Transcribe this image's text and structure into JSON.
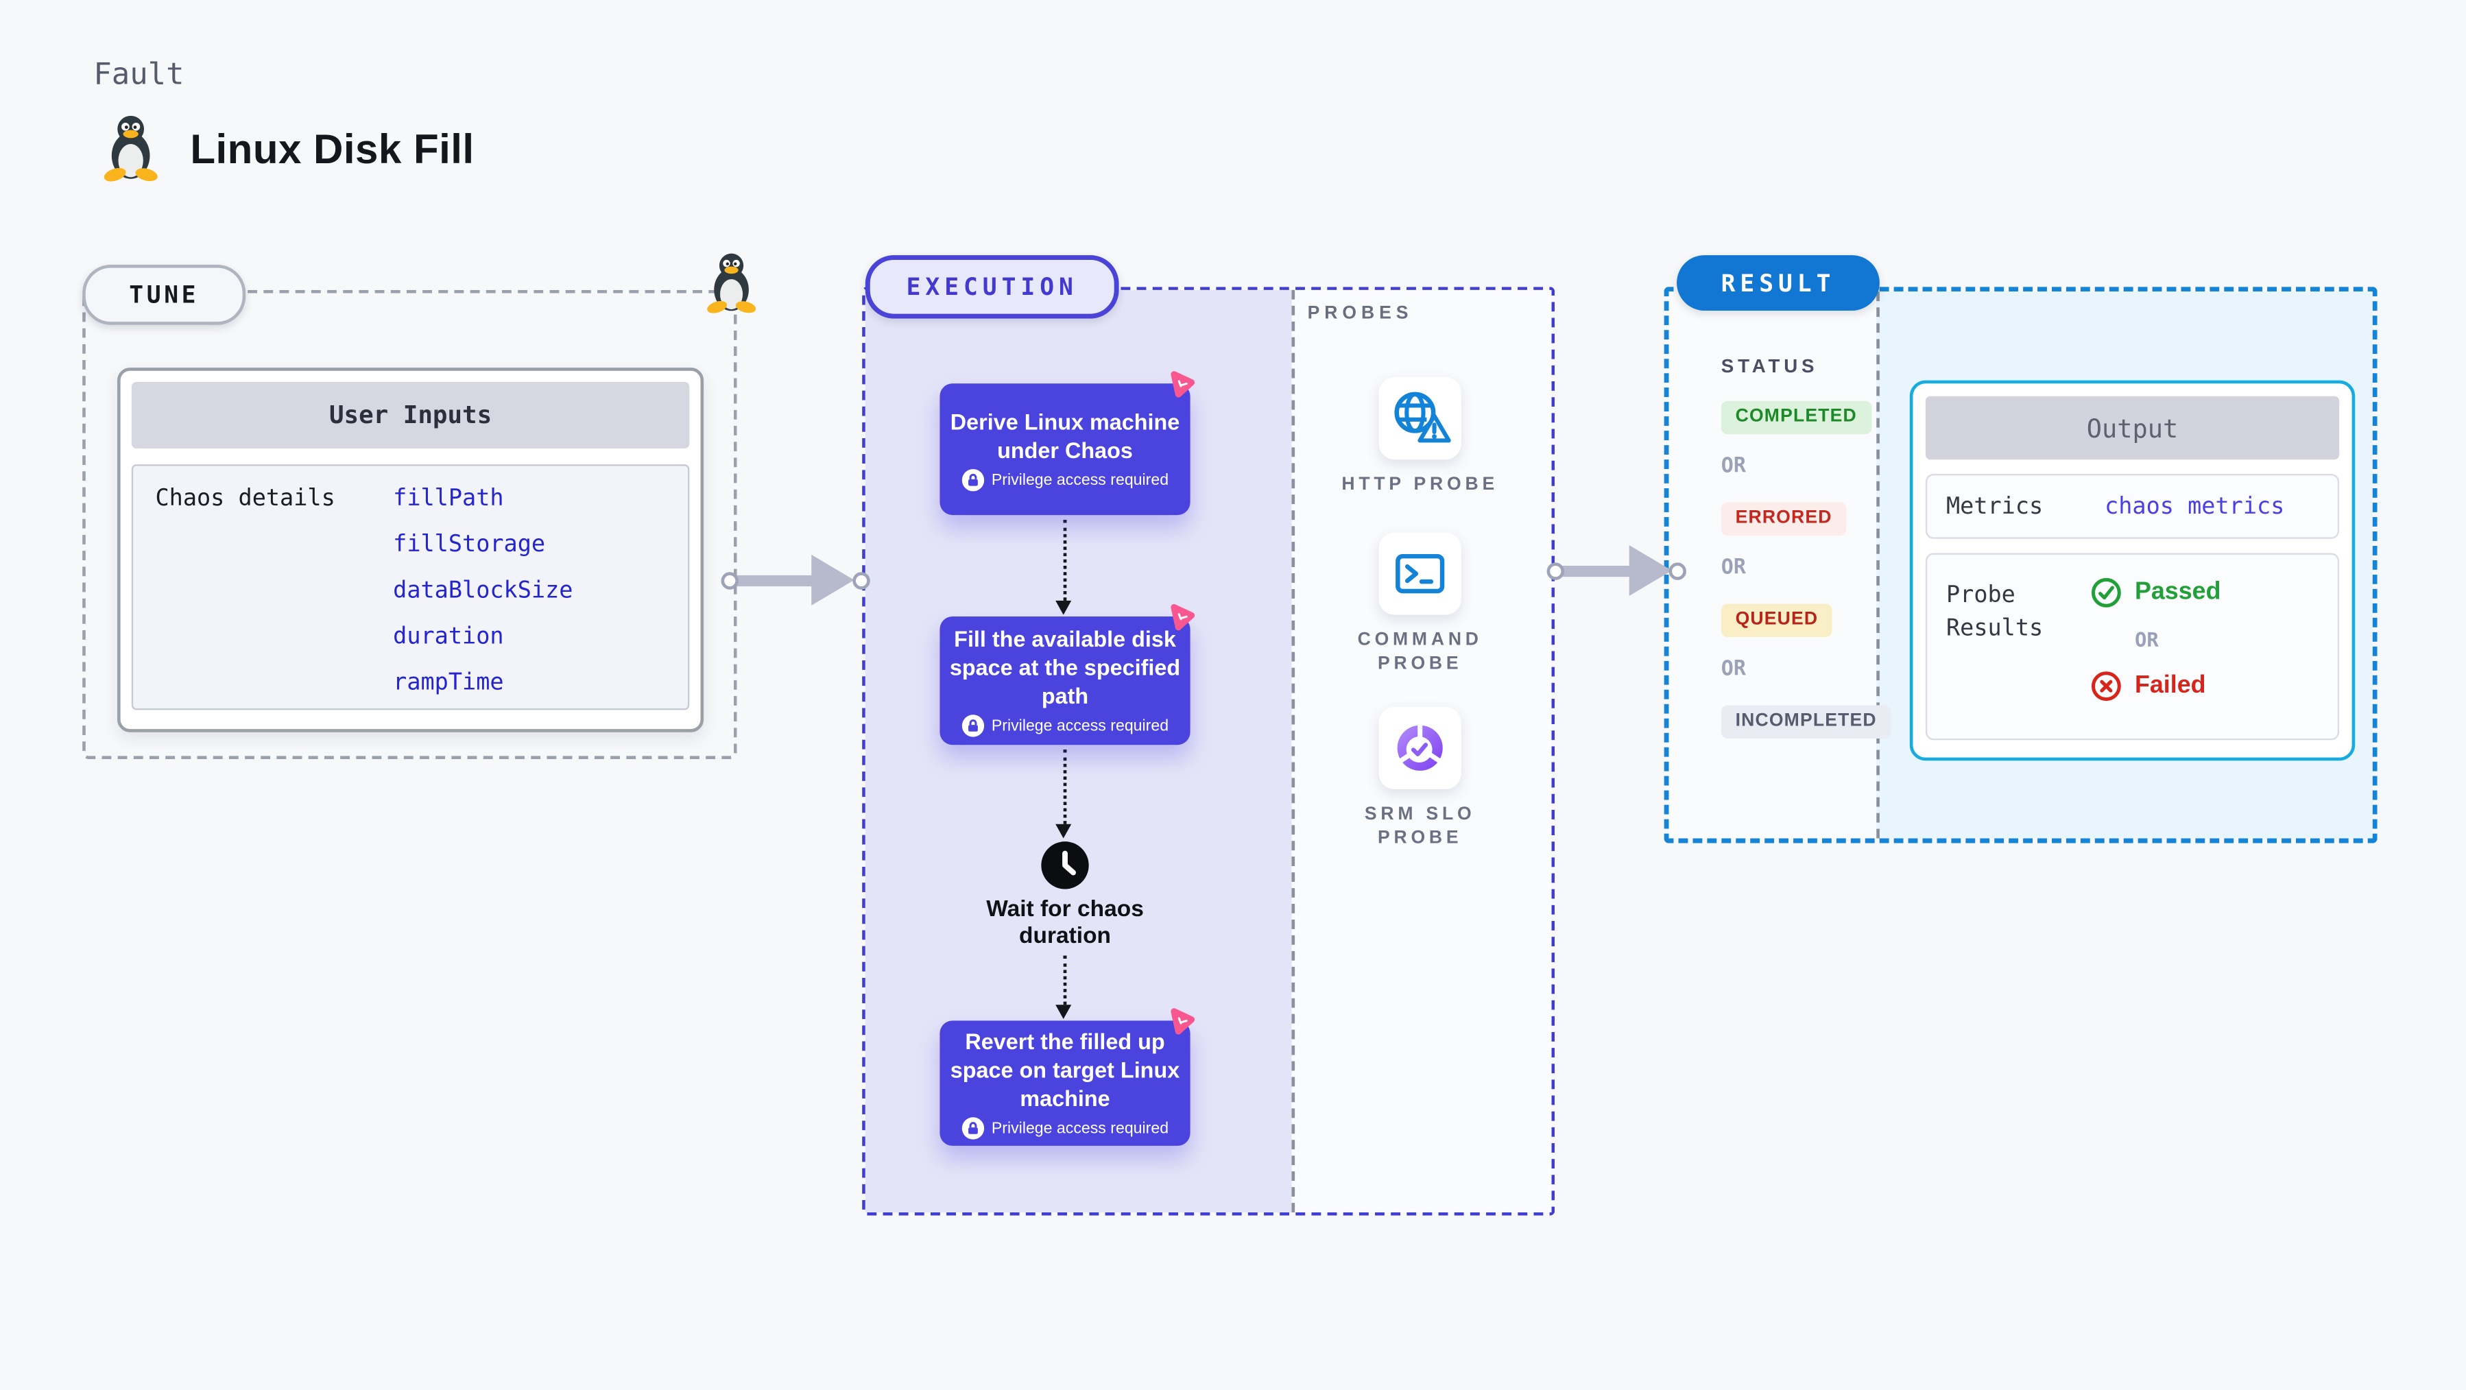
{
  "page": {
    "kicker": "Fault",
    "title": "Linux Disk Fill",
    "background": "#f7f8fa"
  },
  "tune": {
    "label": "TUNE",
    "user_inputs": {
      "title": "User Inputs",
      "row_label": "Chaos details",
      "values": [
        "fillPath",
        "fillStorage",
        "dataBlockSize",
        "duration",
        "rampTime"
      ]
    }
  },
  "execution": {
    "label": "EXECUTION",
    "steps": [
      {
        "title": "Derive Linux machine under Chaos",
        "note": "Privilege access required"
      },
      {
        "title": "Fill the available disk space at the specified path",
        "note": "Privilege access required"
      },
      {
        "title": "Revert the filled up space on target Linux machine",
        "note": "Privilege access required"
      }
    ],
    "wait_label": "Wait for chaos duration"
  },
  "probes": {
    "label": "PROBES",
    "items": [
      {
        "name": "HTTP PROBE",
        "icon": "globe-alert-icon"
      },
      {
        "name": "COMMAND PROBE",
        "icon": "terminal-icon"
      },
      {
        "name": "SRM SLO PROBE",
        "icon": "slo-donut-icon"
      }
    ]
  },
  "result": {
    "label": "RESULT",
    "status": {
      "heading": "STATUS",
      "separator": "OR",
      "options": [
        {
          "text": "COMPLETED",
          "color": "#1d8a28",
          "bg": "#ddf2dc"
        },
        {
          "text": "ERRORED",
          "color": "#c3281e",
          "bg": "#fcecea"
        },
        {
          "text": "QUEUED",
          "color": "#b7251a",
          "bg": "#faeec6"
        },
        {
          "text": "INCOMPLETED",
          "color": "#565b6e",
          "bg": "#eaecf3"
        }
      ]
    },
    "output": {
      "title": "Output",
      "metrics_label": "Metrics",
      "metrics_value": "chaos metrics",
      "probe_results_label": "Probe Results",
      "passed": "Passed",
      "or": "OR",
      "failed": "Failed"
    }
  },
  "colors": {
    "accent_indigo": "#4b43de",
    "pink_badge": "#f9578f",
    "tune_border": "#9aa0ac",
    "execution_border": "#403dd1",
    "execution_bg": "#e4e4f8",
    "result_border": "#1583d6",
    "result_pill": "#1277d3",
    "output_border": "#17acdf",
    "probe_icon_blue": "#1383d8",
    "passed_green": "#21a038",
    "failed_red": "#d8251c",
    "link_blue": "#2425cf",
    "metrics_link": "#4a3fe2",
    "arrow_gray": "#b7b9cc"
  }
}
